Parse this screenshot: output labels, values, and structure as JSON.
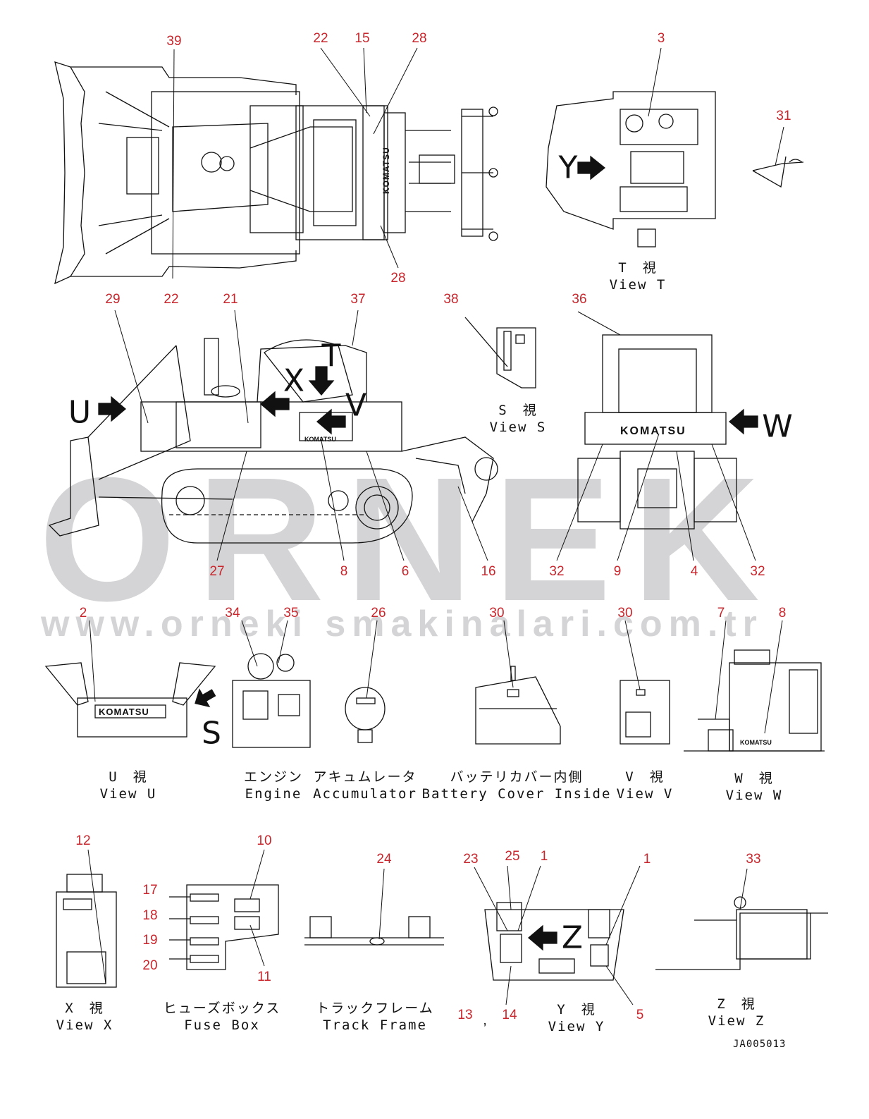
{
  "watermark": {
    "brand": "ORNEK",
    "url": "www.orneki smakinalari.com.tr"
  },
  "callouts": [
    {
      "id": "c39",
      "label": "39"
    },
    {
      "id": "c22a",
      "label": "22"
    },
    {
      "id": "c15",
      "label": "15"
    },
    {
      "id": "c28a",
      "label": "28"
    },
    {
      "id": "c3",
      "label": "3"
    },
    {
      "id": "c31",
      "label": "31"
    },
    {
      "id": "c28b",
      "label": "28"
    },
    {
      "id": "c29",
      "label": "29"
    },
    {
      "id": "c22b",
      "label": "22"
    },
    {
      "id": "c21",
      "label": "21"
    },
    {
      "id": "c37",
      "label": "37"
    },
    {
      "id": "c38",
      "label": "38"
    },
    {
      "id": "c36",
      "label": "36"
    },
    {
      "id": "c27",
      "label": "27"
    },
    {
      "id": "c8a",
      "label": "8"
    },
    {
      "id": "c6",
      "label": "6"
    },
    {
      "id": "c16",
      "label": "16"
    },
    {
      "id": "c32a",
      "label": "32"
    },
    {
      "id": "c9",
      "label": "9"
    },
    {
      "id": "c4",
      "label": "4"
    },
    {
      "id": "c32b",
      "label": "32"
    },
    {
      "id": "c2",
      "label": "2"
    },
    {
      "id": "c34",
      "label": "34"
    },
    {
      "id": "c35",
      "label": "35"
    },
    {
      "id": "c26",
      "label": "26"
    },
    {
      "id": "c30a",
      "label": "30"
    },
    {
      "id": "c30b",
      "label": "30"
    },
    {
      "id": "c7",
      "label": "7"
    },
    {
      "id": "c8b",
      "label": "8"
    },
    {
      "id": "c12",
      "label": "12"
    },
    {
      "id": "c10",
      "label": "10"
    },
    {
      "id": "c17",
      "label": "17"
    },
    {
      "id": "c18",
      "label": "18"
    },
    {
      "id": "c19",
      "label": "19"
    },
    {
      "id": "c20",
      "label": "20"
    },
    {
      "id": "c11",
      "label": "11"
    },
    {
      "id": "c24",
      "label": "24"
    },
    {
      "id": "c23",
      "label": "23"
    },
    {
      "id": "c25",
      "label": "25"
    },
    {
      "id": "c1a",
      "label": "1"
    },
    {
      "id": "c1b",
      "label": "1"
    },
    {
      "id": "c33",
      "label": "33"
    },
    {
      "id": "c13",
      "label": "13"
    },
    {
      "id": "c14",
      "label": "14"
    },
    {
      "id": "c5",
      "label": "5"
    }
  ],
  "captions": {
    "view_t": {
      "jp": "T　視",
      "en": "View T"
    },
    "view_s": {
      "jp": "S　視",
      "en": "View S"
    },
    "view_u": {
      "jp": "U　視",
      "en": "View U"
    },
    "engine": {
      "jp": "エンジン",
      "en": "Engine"
    },
    "accumulator": {
      "jp": "アキュムレータ",
      "en": "Accumulator"
    },
    "battery": {
      "jp": "バッテリカバー内側",
      "en": "Battery Cover Inside"
    },
    "view_v": {
      "jp": "V　視",
      "en": "View V"
    },
    "view_w": {
      "jp": "W　視",
      "en": "View W"
    },
    "view_x": {
      "jp": "X　視",
      "en": "View X"
    },
    "fuse_box": {
      "jp": "ヒューズボックス",
      "en": "Fuse Box"
    },
    "track_frame": {
      "jp": "トラックフレーム",
      "en": "Track Frame"
    },
    "view_y": {
      "jp": "Y　視",
      "en": "View Y"
    },
    "view_z": {
      "jp": "Z　視",
      "en": "View Z"
    }
  },
  "view_letters": {
    "U": "U",
    "X": "X",
    "T": "T",
    "V": "V",
    "W": "W",
    "S": "S",
    "Y": "Y",
    "Z": "Z"
  },
  "brand_plate": "KOMATSU",
  "separator": ",",
  "drawing_code": "JA005013"
}
